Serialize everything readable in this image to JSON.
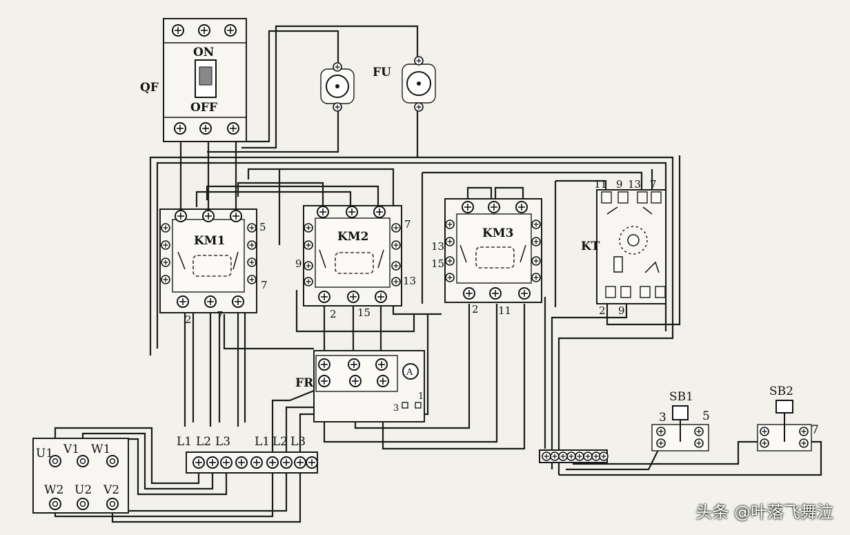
{
  "breaker": {
    "label": "QF",
    "on": "ON",
    "off": "OFF"
  },
  "fuse": {
    "label": "FU"
  },
  "contactors": [
    {
      "name": "KM1",
      "t1": "5",
      "t2": "7",
      "b1": "2",
      "b2": "7"
    },
    {
      "name": "KM2",
      "t1": "7",
      "t2": "13",
      "l1": "9",
      "b1": "2",
      "b2": "15"
    },
    {
      "name": "KM3",
      "l1": "13",
      "l2": "15",
      "b1": "2",
      "b2": "11"
    }
  ],
  "timer": {
    "name": "KT",
    "top": [
      "11",
      "9",
      "13",
      "7"
    ],
    "bottom": [
      "2",
      "9"
    ]
  },
  "overload": {
    "label": "FR",
    "meter": "A",
    "pins": [
      "3",
      "1"
    ]
  },
  "buttons": [
    {
      "name": "SB1",
      "left": "3",
      "right": "5"
    },
    {
      "name": "SB2",
      "right": "7"
    }
  ],
  "terminal_block": {
    "left": [
      "L1",
      "L2",
      "L3"
    ],
    "right": [
      "L1",
      "L2",
      "L3"
    ]
  },
  "motor": {
    "top": [
      "U1",
      "V1",
      "W1"
    ],
    "bottom": [
      "W2",
      "U2",
      "V2"
    ]
  },
  "watermark": "头条 @叶落飞舞泣"
}
